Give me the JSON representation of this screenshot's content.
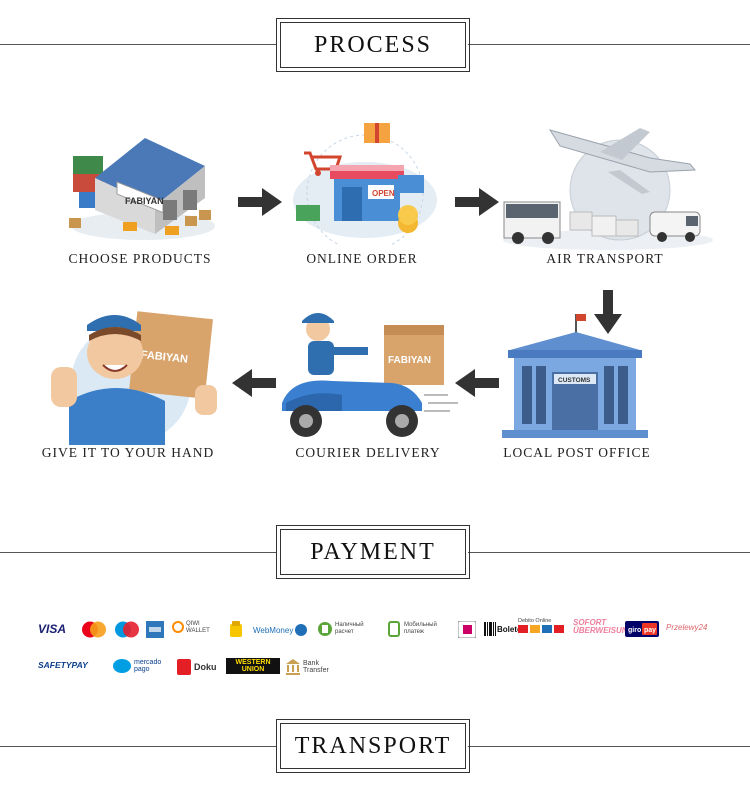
{
  "sections": {
    "process": "PROCESS",
    "payment": "PAYMENT",
    "transport": "TRANSPORT"
  },
  "steps": {
    "choose_products": "CHOOSE PRODUCTS",
    "online_order": "ONLINE ORDER",
    "air_transport": "AIR TRANSPORT",
    "local_post_office": "LOCAL POST OFFICE",
    "courier_delivery": "COURIER DELIVERY",
    "give_it_to_your_hand": "GIVE IT TO YOUR HAND"
  },
  "illustration_text": {
    "warehouse_sign": "FABIYAN",
    "open_sign": "OPEN",
    "customs_sign": "CUSTOMS",
    "courier_box": "FABIYAN",
    "hand_box": "FABIYAN"
  },
  "payment_row1": [
    {
      "name": "VISA",
      "icon": "visa-logo",
      "color": "#1a1f71"
    },
    {
      "name": "MasterCard",
      "icon": "mastercard-logo",
      "color": "#eb001b"
    },
    {
      "name": "Maestro",
      "icon": "maestro-logo",
      "color": "#0099df"
    },
    {
      "name": "American Express",
      "icon": "amex-logo",
      "color": "#2e77bb"
    },
    {
      "name": "QIWI WALLET",
      "icon": "qiwi-logo",
      "color": "#ff8c00"
    },
    {
      "name": "Yandex",
      "icon": "yandex-wallet-logo",
      "color": "#f7c600"
    },
    {
      "name": "WebMoney",
      "icon": "webmoney-logo",
      "color": "#1e6fb5"
    },
    {
      "name": "Наличный расчет",
      "icon": "cash-logo",
      "color": "#5aa53a"
    },
    {
      "name": "Мобильный платеж",
      "icon": "mobile-payment-logo",
      "color": "#5aa53a"
    },
    {
      "name": "iD",
      "icon": "ideal-logo",
      "color": "#cc0066"
    },
    {
      "name": "Boleto",
      "icon": "boleto-logo",
      "color": "#111111"
    },
    {
      "name": "Debito Online",
      "icon": "debito-online-logo",
      "color": "#333333"
    },
    {
      "name": "SOFORT ÜBERWEISUNG",
      "icon": "sofort-logo",
      "color": "#ef809f"
    },
    {
      "name": "giropay",
      "icon": "giropay-logo",
      "color": "#000268"
    },
    {
      "name": "Przelewy24",
      "icon": "przelewy24-logo",
      "color": "#d13239"
    }
  ],
  "payment_row2": [
    {
      "name": "SAFETYPAY",
      "icon": "safetypay-logo",
      "color": "#0a3f8c"
    },
    {
      "name": "mercado pago",
      "icon": "mercadopago-logo",
      "color": "#009ee3"
    },
    {
      "name": "Doku",
      "icon": "doku-logo",
      "color": "#e31e24"
    },
    {
      "name": "WESTERN UNION",
      "icon": "western-union-logo",
      "color": "#ffdd00"
    },
    {
      "name": "Bank Transfer",
      "icon": "bank-transfer-logo",
      "color": "#c8a050"
    }
  ]
}
